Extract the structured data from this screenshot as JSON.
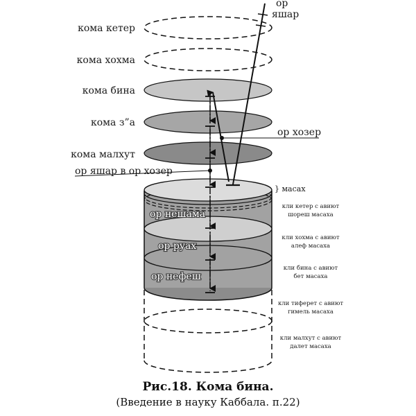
{
  "labels": {
    "keter": "кома кетер",
    "hohma": "кома хохма",
    "bina": "кома бина",
    "za": "кома з”а",
    "malhut": "кома малхут",
    "or_yashar_top": "ор",
    "or_yashar_top2": "яшар",
    "or_hozer": "ор хозер",
    "or_yashar_v_or_hozer": "ор яшар в ор хозер",
    "masah": "} масах"
  },
  "inner_labels": {
    "neshama": "ор нешама",
    "ruah": "ор руах",
    "nefesh": "ор нефеш"
  },
  "side_notes": [
    [
      "кли кетер с авиют",
      "шореш масаха"
    ],
    [
      "кли хохма с авиют",
      "алеф масаха"
    ],
    [
      "кли бина с авиют",
      "бет масаха"
    ],
    [
      "кли тиферет с авиют",
      "гимель масаха"
    ],
    [
      "кли малхут с авиют",
      "далет масаха"
    ]
  ],
  "caption": {
    "title": "Рис.18. Кома бина.",
    "subtitle": "(Введение в науку Каббала. п.22)"
  },
  "colors": {
    "disc_light": "#c6c6c6",
    "disc_mid": "#a6a6a6",
    "disc_dark": "#8a8a8a",
    "cyl_light": "#cfcfcf",
    "cyl_mid": "#a2a2a2",
    "cyl_dark": "#8c8c8c"
  }
}
